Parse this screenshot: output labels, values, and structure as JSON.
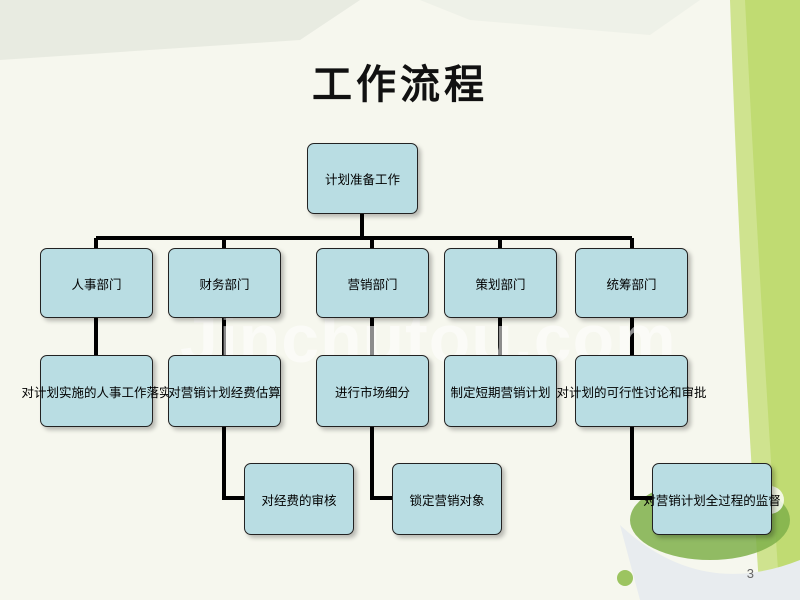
{
  "title": "工作流程",
  "diagram": {
    "root": "计划准备工作",
    "departments": [
      "人事部门",
      "财务部门",
      "营销部门",
      "策划部门",
      "统筹部门"
    ],
    "level2": [
      "对计划实施的人事工作落实",
      "对营销计划经费估算",
      "进行市场细分",
      "制定短期营销计划",
      "对计划的可行性讨论和审批"
    ],
    "level3": [
      "对经费的审核",
      "锁定营销对象",
      "对营销计划全过程的监督"
    ]
  },
  "watermark": "Jinchutou.com",
  "page_number": "3",
  "colors": {
    "node_fill": "#b9dde3",
    "line": "#000000",
    "accent_green": "#bcd86a"
  }
}
